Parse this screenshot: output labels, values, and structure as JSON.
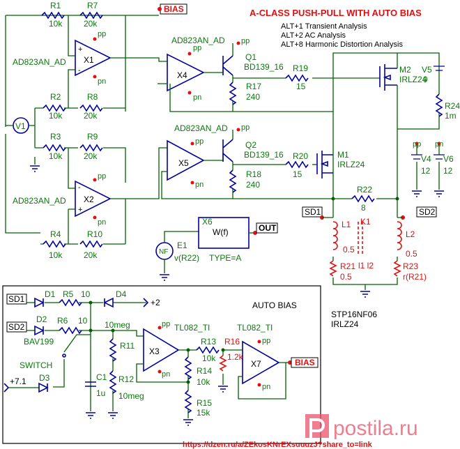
{
  "title": "A-CLASS PUSH-PULL WITH AUTO BIAS",
  "analyses": [
    "ALT+1  Transient Analysis",
    "ALT+2  AC Analysis",
    "ALT+8  Harmonic Distortion Analysis"
  ],
  "auto_bias_title": "AUTO BIAS",
  "footer_url": "https://dzen.ru/a/ZEkosKNrEXsuuuzJ?share_to=link",
  "watermark": "postila.ru",
  "netlabels": {
    "bias": "BIAS",
    "bias2": "BIAS",
    "out": "OUT",
    "sd1": "SD1",
    "sd2": "SD2",
    "sd1b": "SD1",
    "sd2b": "SD2",
    "plus2": "+2",
    "plus71": "+7.1"
  },
  "power_pins": {
    "pp": "pp",
    "pn": "pn"
  },
  "opamps": {
    "x1": {
      "name": "X1",
      "model": "AD823AN_AD"
    },
    "x2": {
      "name": "X2",
      "model": "AD823AN_AD"
    },
    "x3": {
      "name": "X3",
      "model": "TL082_TI"
    },
    "x4": {
      "name": "X4",
      "model": "AD823AN_AD"
    },
    "x5": {
      "name": "X5",
      "model": "AD823AN_AD"
    },
    "x6": {
      "name": "X6",
      "func": "W(f)",
      "type": "TYPE=A"
    },
    "x7": {
      "name": "X7",
      "model": "TL082_TI"
    }
  },
  "resistors": {
    "r1": {
      "name": "R1",
      "value": "10k"
    },
    "r2": {
      "name": "R2",
      "value": "10k"
    },
    "r3": {
      "name": "R3",
      "value": "10k"
    },
    "r4": {
      "name": "R4",
      "value": "10k"
    },
    "r5": {
      "name": "R5",
      "value": "10"
    },
    "r6": {
      "name": "R6",
      "value": "10"
    },
    "r7": {
      "name": "R7",
      "value": "20k"
    },
    "r8": {
      "name": "R8",
      "value": "20k"
    },
    "r9": {
      "name": "R9",
      "value": "20k"
    },
    "r10": {
      "name": "R10",
      "value": "20k"
    },
    "r11": {
      "name": "R11",
      "value": "10meg"
    },
    "r12": {
      "name": "R12",
      "value": "10meg"
    },
    "r13": {
      "name": "R13",
      "value": "10k"
    },
    "r14": {
      "name": "R14",
      "value": "10k"
    },
    "r15": {
      "name": "R15",
      "value": "15k"
    },
    "r16": {
      "name": "R16",
      "value": "1.2k"
    },
    "r17": {
      "name": "R17",
      "value": "240"
    },
    "r18": {
      "name": "R18",
      "value": "240"
    },
    "r19": {
      "name": "R19",
      "value": "15"
    },
    "r20": {
      "name": "R20",
      "value": "15"
    },
    "r21": {
      "name": "R21",
      "value": "0.5"
    },
    "r22": {
      "name": "R22",
      "value": "8"
    },
    "r23": {
      "name": "R23",
      "value": "r(R21)"
    },
    "r24": {
      "name": "R24",
      "value": "1m"
    }
  },
  "transistors": {
    "q1": {
      "name": "Q1",
      "model": "BD139_16"
    },
    "q2": {
      "name": "Q2",
      "model": "BD139_16"
    },
    "m1": {
      "name": "M1",
      "model": "IRLZ24"
    },
    "m2": {
      "name": "M2",
      "model": "IRLZ24"
    }
  },
  "diodes": {
    "d1": "D1",
    "d2": "D2",
    "d2_model": "BAV199",
    "d3": "D3",
    "d4": "D4"
  },
  "sources": {
    "v1": "V1",
    "v4": {
      "name": "V4",
      "value": "12"
    },
    "v5": {
      "name": "V5",
      "value": "9"
    },
    "v6": {
      "name": "V6",
      "value": "12"
    },
    "e1": {
      "name": "E1",
      "expr": "v(R22)",
      "nf": "NF"
    }
  },
  "inductors": {
    "l1": {
      "name": "L1",
      "value": "0.5"
    },
    "l2": {
      "name": "L2",
      "value": "0.5"
    },
    "k1": "K1",
    "k1_coils": "l1 l2"
  },
  "capacitor": {
    "name": "C1",
    "value": "1u"
  },
  "switch": "SWITCH",
  "mosfet_note": [
    "STP16NF06",
    "IRLZ24"
  ]
}
